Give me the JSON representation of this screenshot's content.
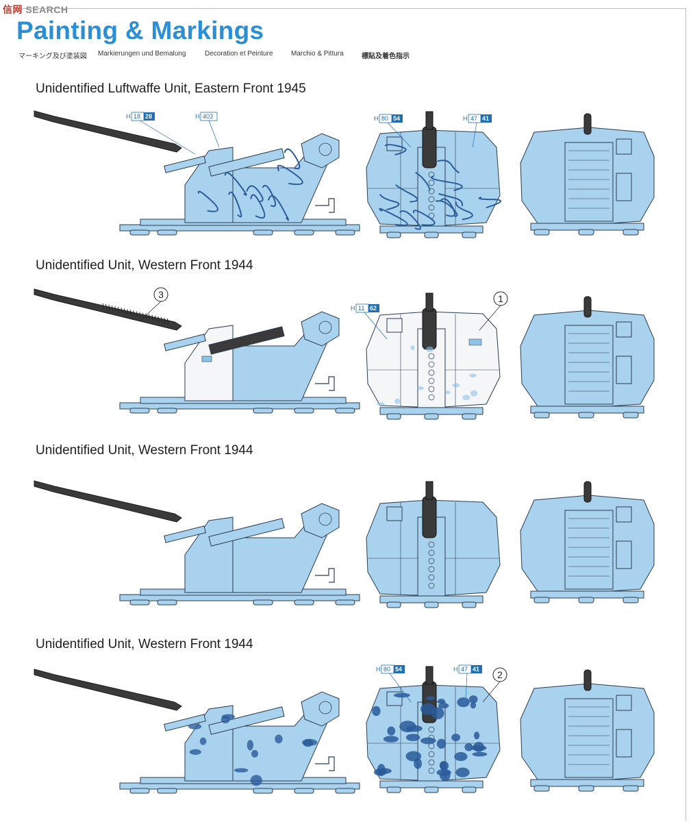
{
  "watermark": {
    "part1": "信",
    "part2": "网",
    "part3": "SEARCH"
  },
  "header": {
    "title": "Painting & Markings",
    "subtitles": [
      "マーキング及び塗装図",
      "Markierungen und Bemalung",
      "Decoration et Peinture",
      "Marchio & Pittura",
      "標貼及着色指示"
    ]
  },
  "colors": {
    "base": "#a9d2ee",
    "line": "#2a3c50",
    "camo": "#2a5c9a",
    "gun": "#3a3a3a",
    "title": "#2b8fd6"
  },
  "sections": [
    {
      "title": "Unidentified Luftwaffe Unit, Eastern Front 1945",
      "callouts": [
        {
          "h": "H",
          "n1": "18",
          "n2": "28"
        },
        {
          "h": "H",
          "n1": "403",
          "n2": ""
        },
        {
          "h": "H",
          "n1": "80",
          "n2": "54"
        },
        {
          "h": "H",
          "n1": "47",
          "n2": "41"
        }
      ],
      "markers": []
    },
    {
      "title": "Unidentified Unit, Western Front 1944",
      "callouts": [
        {
          "h": "H",
          "n1": "11",
          "n2": "62"
        }
      ],
      "markers": [
        "3",
        "1"
      ]
    },
    {
      "title": "Unidentified Unit, Western Front 1944",
      "callouts": [],
      "markers": []
    },
    {
      "title": "Unidentified Unit, Western Front 1944",
      "callouts": [
        {
          "h": "H",
          "n1": "80",
          "n2": "54"
        },
        {
          "h": "H",
          "n1": "47",
          "n2": "41"
        }
      ],
      "markers": [
        "2"
      ]
    }
  ]
}
